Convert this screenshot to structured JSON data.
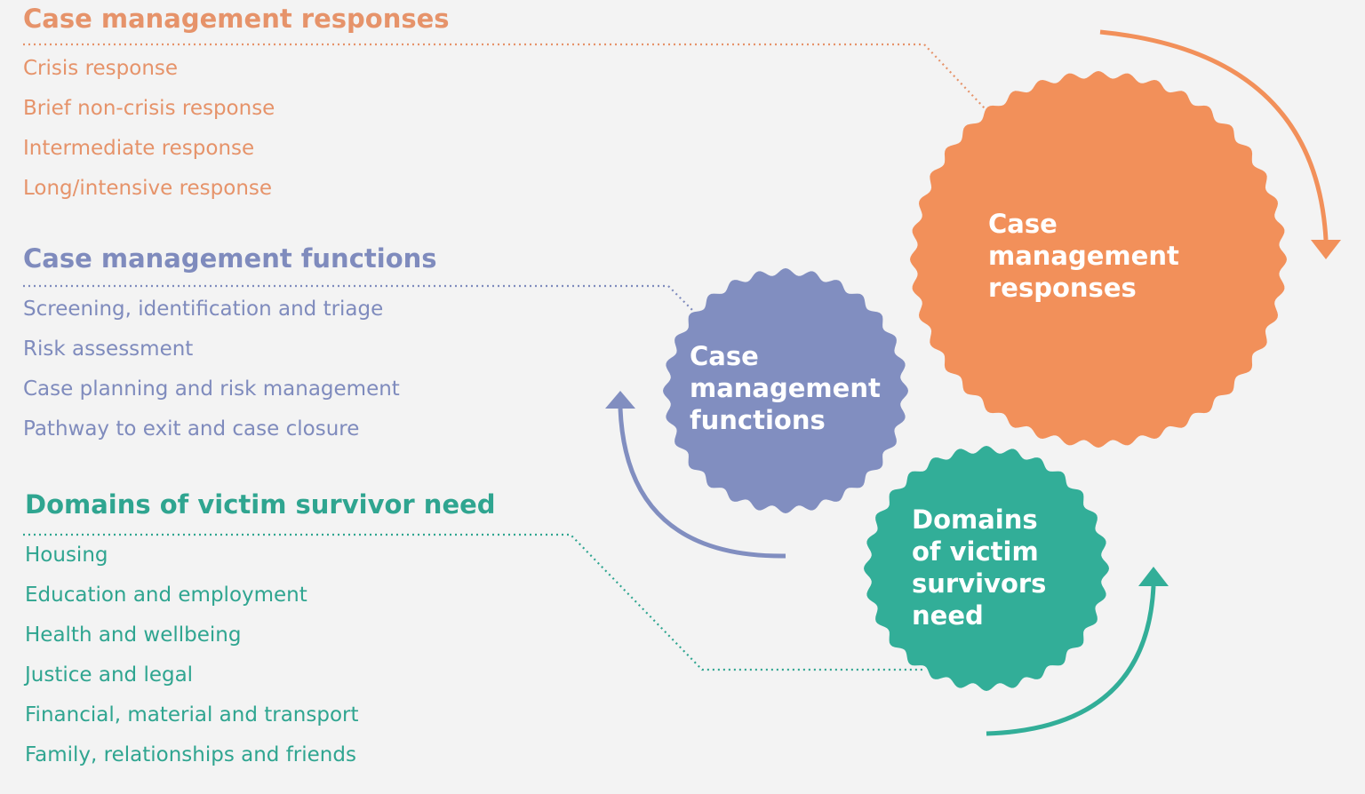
{
  "colors": {
    "orange": "#f2905a",
    "purple": "#818ec0",
    "teal": "#32ae98",
    "background": "#f3f3f3"
  },
  "sections": {
    "responses": {
      "title": "Case management responses",
      "items": [
        "Crisis response",
        "Brief non-crisis response",
        "Intermediate response",
        "Long/intensive response"
      ]
    },
    "functions": {
      "title": "Case management functions",
      "items": [
        "Screening, identification and triage",
        "Risk assessment",
        "Case planning and risk management",
        "Pathway to exit and case closure"
      ]
    },
    "domains": {
      "title": "Domains of victim survivor need",
      "items": [
        "Housing",
        "Education and employment",
        "Health and wellbeing",
        "Justice and legal",
        "Financial, material and transport",
        "Family, relationships and friends"
      ]
    }
  },
  "badges": {
    "responses": "Case\nmanagement\nresponses",
    "functions": "Case\nmanagement\nfunctions",
    "domains": "Domains\nof victim\nsurvivors\nneed"
  }
}
